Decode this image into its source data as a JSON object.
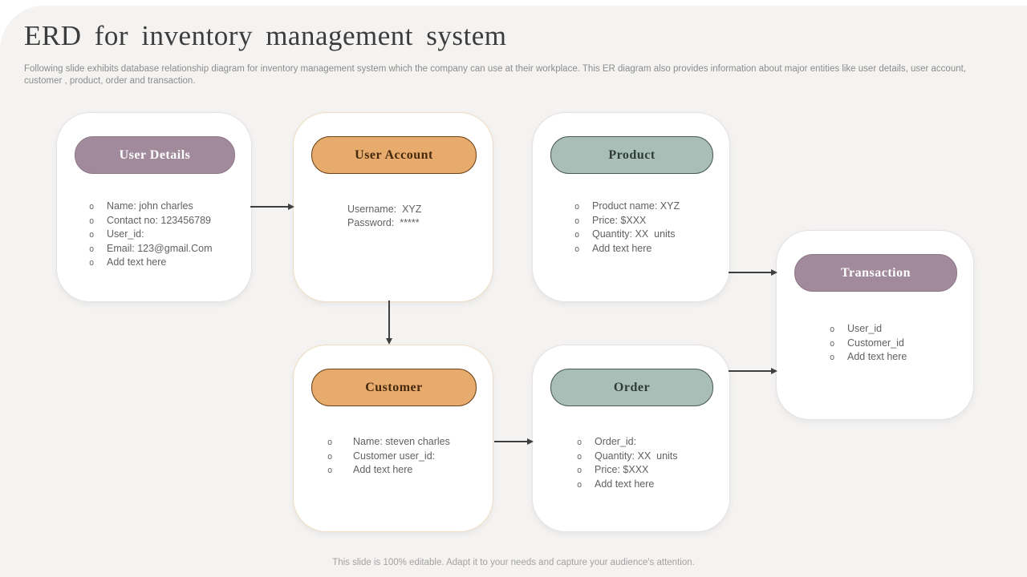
{
  "slide": {
    "title": "ERD for inventory management system",
    "subtitle": "Following slide exhibits database relationship diagram for inventory management system which the company can use at their workplace. This ER diagram also provides information about major entities like user details, user account, customer , product, order and transaction.",
    "footer": "This slide is 100% editable. Adapt it to your needs and capture your audience's attention."
  },
  "bullet_marker": "o",
  "colors": {
    "background": "#f4f3f2",
    "card_fill": "#ffffff",
    "purple_header": "#a18a9b",
    "orange_header": "#e7ab6e",
    "green_header": "#a9beb6",
    "arrow": "#3f3f3f",
    "body_text": "#616161",
    "title_text": "#3c3c3c",
    "subtitle_text": "#8c8c8c"
  },
  "entities": [
    {
      "id": "user-details",
      "title": "User Details",
      "header_variant": "purple",
      "bulleted": true,
      "items": [
        "Name: john charles",
        "Contact no: 123456789",
        "User_id:",
        "Email: 123@gmail.Com",
        "Add text here"
      ]
    },
    {
      "id": "user-account",
      "title": "User Account",
      "header_variant": "orange",
      "bulleted": false,
      "items": [
        "Username:  XYZ",
        "Password:  *****"
      ]
    },
    {
      "id": "product",
      "title": "Product",
      "header_variant": "green",
      "bulleted": true,
      "items": [
        "Product name: XYZ",
        "Price: $XXX",
        "Quantity: XX  units",
        "Add text here"
      ]
    },
    {
      "id": "customer",
      "title": "Customer",
      "header_variant": "orange",
      "bulleted": true,
      "items": [
        "Name: steven charles",
        "Customer user_id:",
        "Add text here"
      ]
    },
    {
      "id": "order",
      "title": "Order",
      "header_variant": "green",
      "bulleted": true,
      "items": [
        "Order_id:",
        "Quantity: XX  units",
        "Price: $XXX",
        "Add text here"
      ]
    },
    {
      "id": "transaction",
      "title": "Transaction",
      "header_variant": "purple",
      "bulleted": true,
      "items": [
        "User_id",
        "Customer_id",
        "Add text here"
      ]
    }
  ],
  "connections": [
    {
      "from": "user-details",
      "to": "user-account"
    },
    {
      "from": "user-account",
      "to": "customer"
    },
    {
      "from": "product",
      "to": "transaction"
    },
    {
      "from": "customer",
      "to": "order"
    },
    {
      "from": "order",
      "to": "transaction"
    }
  ]
}
